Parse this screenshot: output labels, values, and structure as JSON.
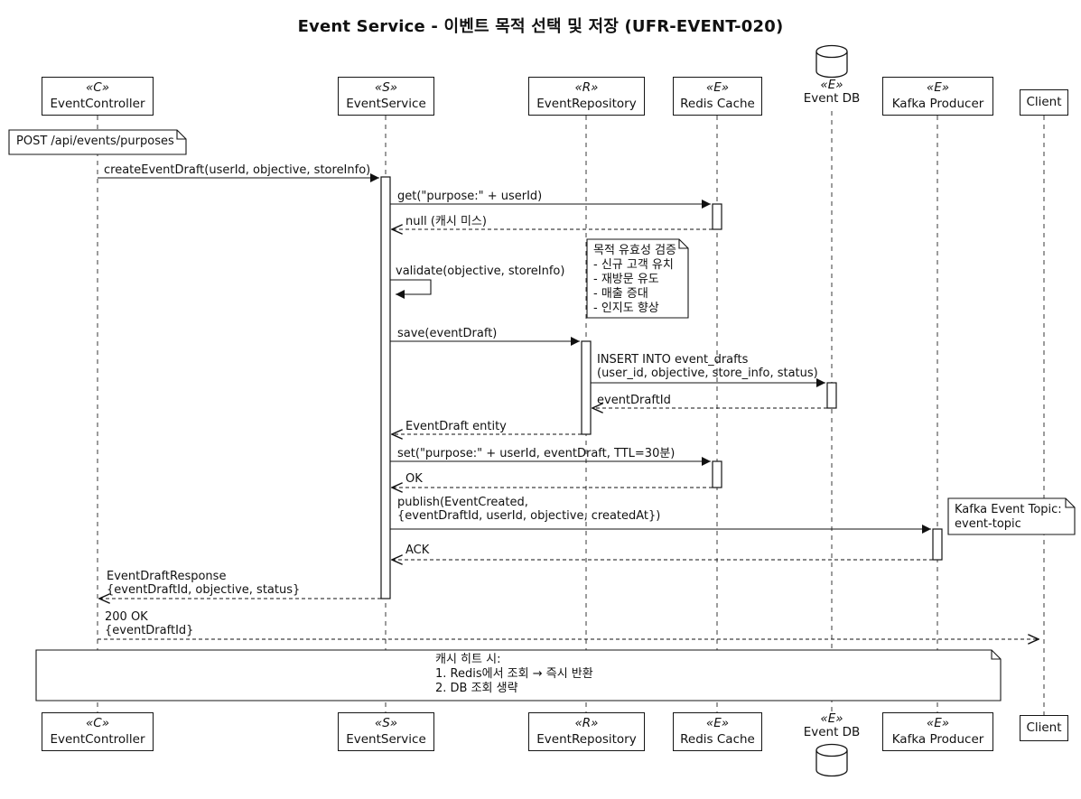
{
  "title": "Event Service - 이벤트 목적 선택 및 저장 (UFR-EVENT-020)",
  "participants": {
    "controller": {
      "stereotype": "«C»",
      "name": "EventController"
    },
    "service": {
      "stereotype": "«S»",
      "name": "EventService"
    },
    "repository": {
      "stereotype": "«R»",
      "name": "EventRepository"
    },
    "redis": {
      "stereotype": "«E»",
      "name": "Redis Cache"
    },
    "eventdb": {
      "stereotype": "«E»",
      "name": "Event DB"
    },
    "kafka": {
      "stereotype": "«E»",
      "name": "Kafka Producer"
    },
    "client": {
      "name": "Client"
    }
  },
  "notes": {
    "request": {
      "line1": "POST /api/events/purposes"
    },
    "validation": {
      "line1": "목적 유효성 검증",
      "line2": "- 신규 고객 유치",
      "line3": "- 재방문 유도",
      "line4": "- 매출 증대",
      "line5": "- 인지도 향상"
    },
    "kafka_topic": {
      "line1": "Kafka Event Topic:",
      "line2": "event-topic"
    },
    "cache_hit": {
      "line1": "캐시 히트 시:",
      "line2": "1. Redis에서 조회 → 즉시 반환",
      "line3": "2. DB 조회 생략"
    }
  },
  "messages": {
    "create_draft": "createEventDraft(userId, objective, storeInfo)",
    "cache_get": "get(\"purpose:\" + userId)",
    "cache_miss": "null (캐시 미스)",
    "validate": "validate(objective, storeInfo)",
    "save": "save(eventDraft)",
    "insert_line1": "INSERT INTO event_drafts",
    "insert_line2": "(user_id, objective, store_info, status)",
    "draft_id": "eventDraftId",
    "entity": "EventDraft entity",
    "cache_set": "set(\"purpose:\" + userId, eventDraft, TTL=30분)",
    "ok": "OK",
    "publish_line1": "publish(EventCreated,",
    "publish_line2": "{eventDraftId, userId, objective, createdAt})",
    "ack": "ACK",
    "response_line1": "EventDraftResponse",
    "response_line2": "{eventDraftId, objective, status}",
    "http_line1": "200 OK",
    "http_line2": "{eventDraftId}"
  }
}
